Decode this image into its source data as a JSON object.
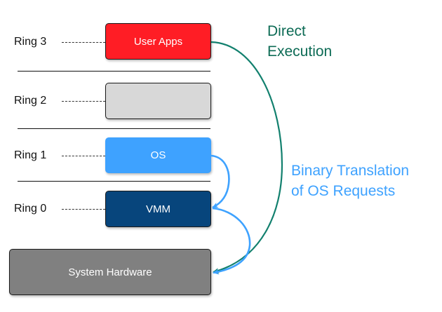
{
  "rings": [
    {
      "label": "Ring 3",
      "box_label": "User Apps",
      "box_color": "#ff1d25"
    },
    {
      "label": "Ring 2",
      "box_label": "",
      "box_color": "#d8d8d8"
    },
    {
      "label": "Ring 1",
      "box_label": "OS",
      "box_color": "#3ea2ff"
    },
    {
      "label": "Ring 0",
      "box_label": "VMM",
      "box_color": "#07457c"
    }
  ],
  "hardware": {
    "label": "System Hardware",
    "color": "#808080"
  },
  "annotations": {
    "direct_execution": {
      "line1": "Direct",
      "line2": "Execution",
      "color": "#0d6b55"
    },
    "binary_translation": {
      "line1": "Binary Translation",
      "line2": "of OS Requests",
      "color": "#3ea2ff"
    }
  },
  "arrows": {
    "direct_execution_color": "#12806e",
    "binary_translation_color": "#3ea2ff"
  }
}
